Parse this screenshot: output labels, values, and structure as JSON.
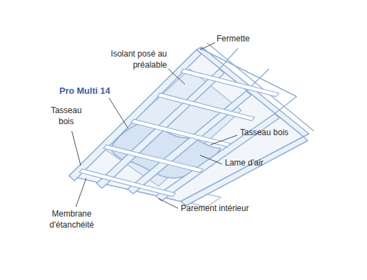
{
  "diagram": {
    "labels": [
      "Fermette",
      "Isolant posé au préalable",
      "Pro Multi 14",
      "Tasseau bois",
      "Tasseau bois",
      "Lame d'air",
      "Parement intérieur",
      "Membrane d'étanchéité"
    ]
  }
}
